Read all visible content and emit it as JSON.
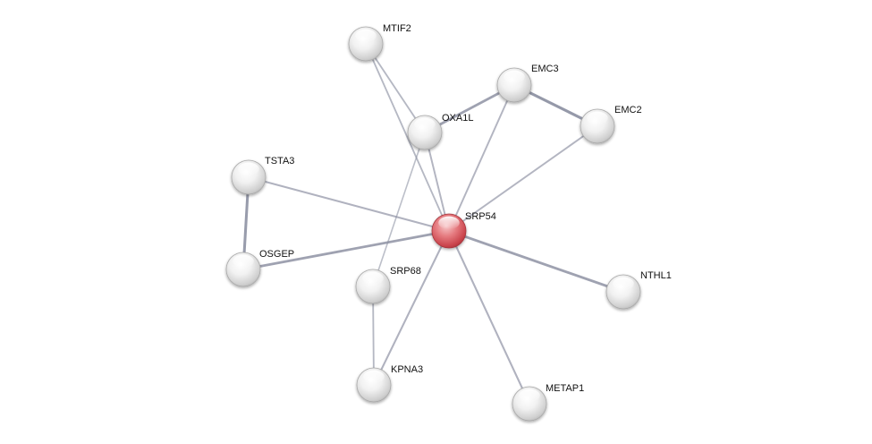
{
  "network": {
    "query_protein": "SRP54",
    "colors": {
      "query_node": "#d9535a",
      "neighbor_node": "#e2e2e2",
      "edge": "#8a8ea0"
    },
    "nodes": [
      {
        "id": "SRP54",
        "label": "SRP54",
        "query": true
      },
      {
        "id": "MTIF2",
        "label": "MTIF2"
      },
      {
        "id": "EMC3",
        "label": "EMC3"
      },
      {
        "id": "OXA1L",
        "label": "OXA1L"
      },
      {
        "id": "EMC2",
        "label": "EMC2"
      },
      {
        "id": "TSTA3",
        "label": "TSTA3"
      },
      {
        "id": "OSGEP",
        "label": "OSGEP"
      },
      {
        "id": "SRP68",
        "label": "SRP68"
      },
      {
        "id": "NTHL1",
        "label": "NTHL1"
      },
      {
        "id": "KPNA3",
        "label": "KPNA3"
      },
      {
        "id": "METAP1",
        "label": "METAP1"
      }
    ],
    "edges": [
      {
        "source": "MTIF2",
        "target": "SRP54",
        "weight": 0.35
      },
      {
        "source": "MTIF2",
        "target": "OXA1L",
        "weight": 0.35
      },
      {
        "source": "OXA1L",
        "target": "SRP54",
        "weight": 0.4
      },
      {
        "source": "OXA1L",
        "target": "SRP68",
        "weight": 0.25
      },
      {
        "source": "OXA1L",
        "target": "EMC3",
        "weight": 0.75
      },
      {
        "source": "EMC3",
        "target": "EMC2",
        "weight": 0.9
      },
      {
        "source": "EMC3",
        "target": "SRP54",
        "weight": 0.4
      },
      {
        "source": "EMC2",
        "target": "SRP54",
        "weight": 0.4
      },
      {
        "source": "TSTA3",
        "target": "SRP54",
        "weight": 0.45
      },
      {
        "source": "TSTA3",
        "target": "OSGEP",
        "weight": 0.85
      },
      {
        "source": "OSGEP",
        "target": "SRP54",
        "weight": 0.75
      },
      {
        "source": "SRP68",
        "target": "KPNA3",
        "weight": 0.35
      },
      {
        "source": "KPNA3",
        "target": "SRP54",
        "weight": 0.45
      },
      {
        "source": "NTHL1",
        "target": "SRP54",
        "weight": 0.75
      },
      {
        "source": "METAP1",
        "target": "SRP54",
        "weight": 0.45
      }
    ]
  }
}
